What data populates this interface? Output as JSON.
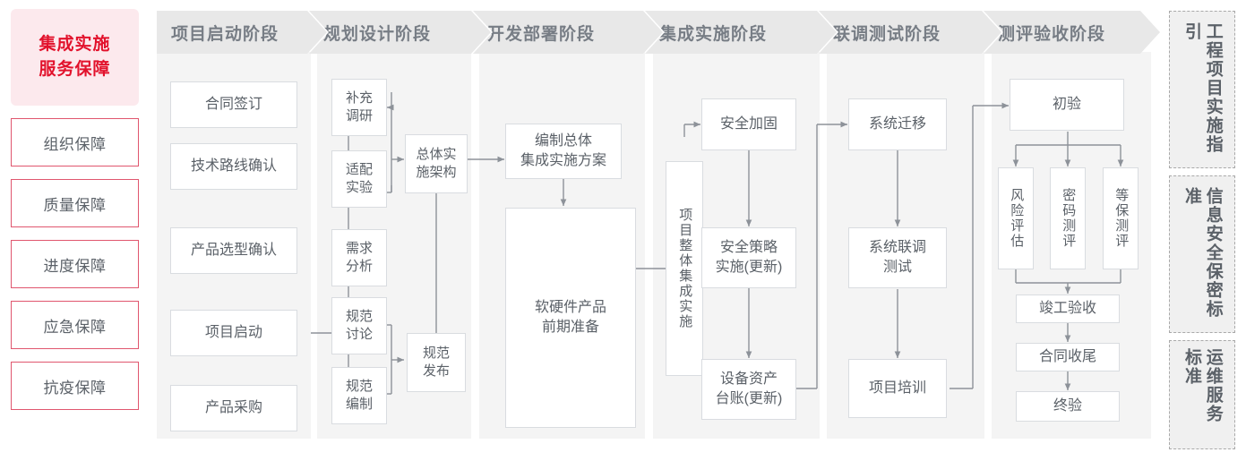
{
  "diagram": {
    "title": "集成实施服务保障",
    "type": "process-flow"
  },
  "left_column": {
    "title_line1": "集成实施",
    "title_line2": "服务保障",
    "title_color": "#e2122c",
    "title_bg": "#fce9ed",
    "guarantees": [
      {
        "label": "组织保障"
      },
      {
        "label": "质量保障"
      },
      {
        "label": "进度保障"
      },
      {
        "label": "应急保障"
      },
      {
        "label": "抗疫保障"
      }
    ]
  },
  "phases": [
    {
      "id": "initiation",
      "header": "项目启动阶段",
      "nodes": [
        {
          "id": "contract-signing",
          "label": "合同签订"
        },
        {
          "id": "tech-route-confirm",
          "label": "技术路线确认"
        },
        {
          "id": "product-selection-confirm",
          "label": "产品选型确认"
        },
        {
          "id": "project-kickoff",
          "label": "项目启动"
        },
        {
          "id": "product-procurement",
          "label": "产品采购"
        }
      ]
    },
    {
      "id": "planning",
      "header": "规划设计阶段",
      "nodes": [
        {
          "id": "supplementary-research",
          "label": "补充\n调研"
        },
        {
          "id": "adaptation-experiment",
          "label": "适配\n实验"
        },
        {
          "id": "requirement-analysis",
          "label": "需求\n分析"
        },
        {
          "id": "spec-discussion",
          "label": "规范\n讨论"
        },
        {
          "id": "spec-drafting",
          "label": "规范\n编制"
        },
        {
          "id": "overall-implementation-architecture",
          "label": "总体实\n施架构"
        },
        {
          "id": "spec-release",
          "label": "规范\n发布"
        }
      ]
    },
    {
      "id": "development",
      "header": "开发部署阶段",
      "nodes": [
        {
          "id": "overall-integration-plan",
          "label": "编制总体\n集成实施方案"
        },
        {
          "id": "hardware-software-prep",
          "label": "软硬件产品\n前期准备"
        }
      ]
    },
    {
      "id": "integration",
      "header": "集成实施阶段",
      "nodes": [
        {
          "id": "overall-project-integration",
          "label": "项目整体集成实施"
        },
        {
          "id": "security-hardening",
          "label": "安全加固"
        },
        {
          "id": "security-policy-implementation",
          "label": "安全策略\n实施(更新)"
        },
        {
          "id": "equipment-asset-ledger",
          "label": "设备资产\n台账(更新)"
        }
      ]
    },
    {
      "id": "joint-testing",
      "header": "联调测试阶段",
      "nodes": [
        {
          "id": "system-migration",
          "label": "系统迁移"
        },
        {
          "id": "system-joint-test",
          "label": "系统联调\n测试"
        },
        {
          "id": "project-training",
          "label": "项目培训"
        }
      ]
    },
    {
      "id": "evaluation-acceptance",
      "header": "测评验收阶段",
      "nodes": [
        {
          "id": "preliminary-acceptance",
          "label": "初验"
        },
        {
          "id": "risk-assessment",
          "label": "风险评估"
        },
        {
          "id": "crypto-evaluation",
          "label": "密码测评"
        },
        {
          "id": "mlps-evaluation",
          "label": "等保测评"
        },
        {
          "id": "completion-acceptance",
          "label": "竣工验收"
        },
        {
          "id": "contract-closeout",
          "label": "合同收尾"
        },
        {
          "id": "final-acceptance",
          "label": "终验"
        }
      ]
    }
  ],
  "standards": [
    {
      "id": "engineering-guideline",
      "label": "工程项目实施指引"
    },
    {
      "id": "infosec-confidentiality-standard",
      "label": "信息安全保密标准"
    },
    {
      "id": "om-service-standard",
      "label": "运维服务标准"
    }
  ],
  "colors": {
    "panel_bg": "#f4f4f4",
    "header_bg": "#e8e8e8",
    "node_border": "#d9dce0",
    "text": "#5b6168",
    "accent_red": "#e2122c",
    "wire": "#8d9299"
  }
}
